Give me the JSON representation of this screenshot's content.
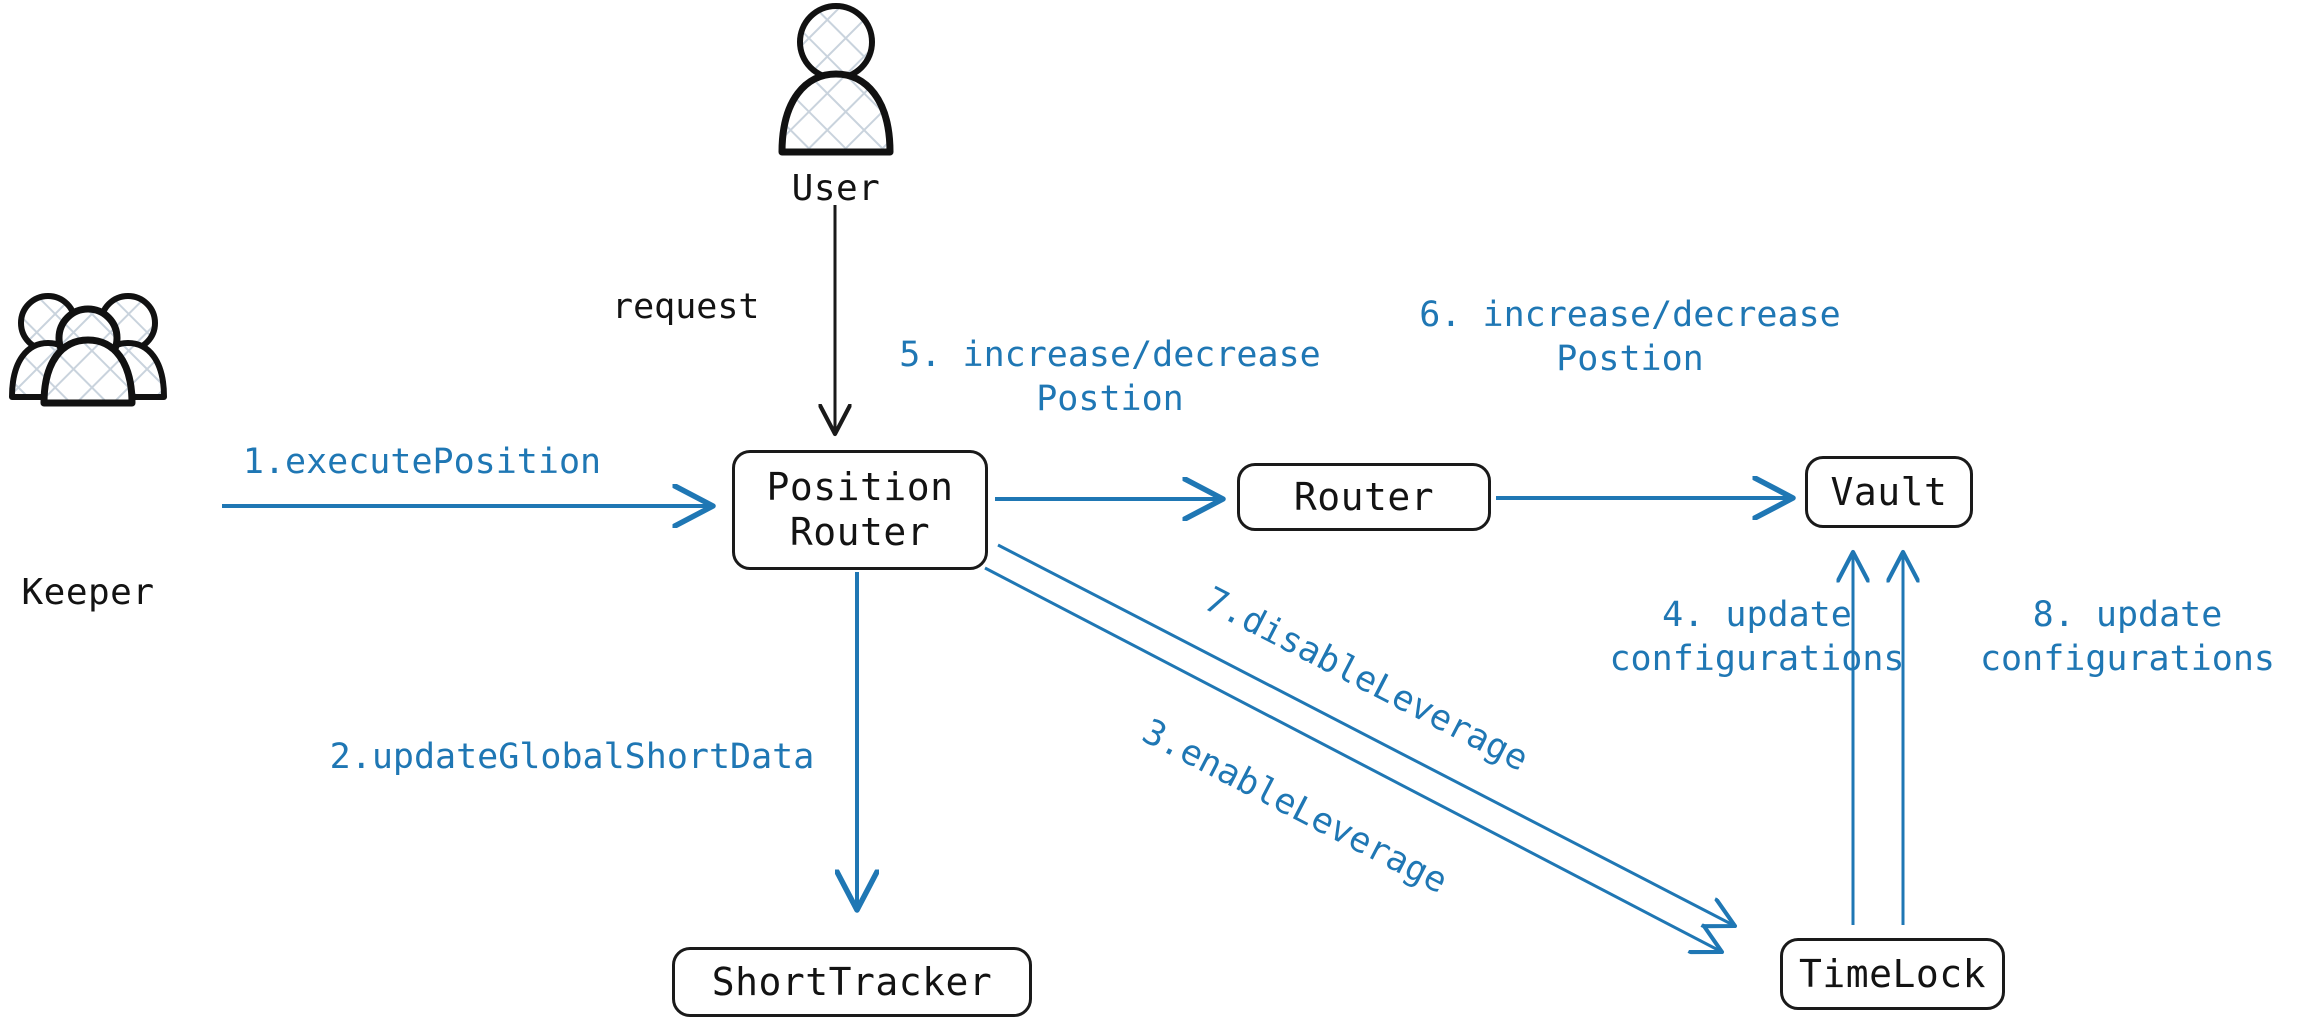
{
  "diagram": {
    "title": "Position Router Flow",
    "colors": {
      "accent_blue": "#1f77b4",
      "stroke_black": "#1a1a1a",
      "background": "#ffffff",
      "hatch_gray": "#c9d3dd"
    },
    "actors": [
      {
        "id": "user",
        "label": "User",
        "icon": "single-person-icon"
      },
      {
        "id": "keeper",
        "label": "Keeper",
        "icon": "group-of-people-icon"
      }
    ],
    "nodes": [
      {
        "id": "position-router",
        "label": "Position\nRouter"
      },
      {
        "id": "router",
        "label": "Router"
      },
      {
        "id": "vault",
        "label": "Vault"
      },
      {
        "id": "short-tracker",
        "label": "ShortTracker"
      },
      {
        "id": "timelock",
        "label": "TimeLock"
      }
    ],
    "edge_labels": [
      {
        "id": "request",
        "text": "request",
        "color": "black"
      },
      {
        "id": "step1",
        "text": "1.executePosition",
        "color": "blue"
      },
      {
        "id": "step2",
        "text": "2.updateGlobalShortData",
        "color": "blue"
      },
      {
        "id": "step3",
        "text": "3.enableLeverage",
        "color": "blue"
      },
      {
        "id": "step4",
        "text": "4. update\nconfigurations",
        "color": "blue"
      },
      {
        "id": "step5",
        "text": "5. increase/decrease\nPostion",
        "color": "blue"
      },
      {
        "id": "step6",
        "text": "6. increase/decrease\nPostion",
        "color": "blue"
      },
      {
        "id": "step7",
        "text": "7.disableLeverage",
        "color": "blue"
      },
      {
        "id": "step8",
        "text": "8. update\nconfigurations",
        "color": "blue"
      }
    ]
  }
}
